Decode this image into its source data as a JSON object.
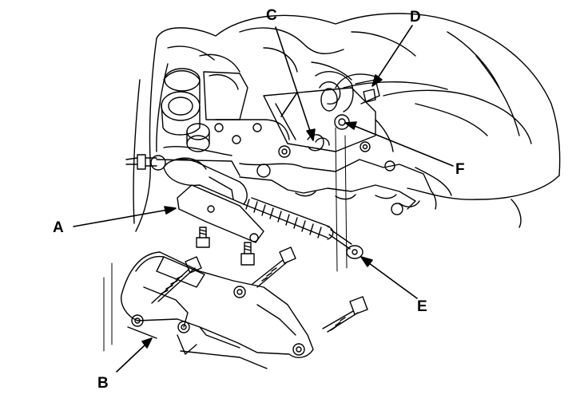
{
  "diagram": {
    "callouts": {
      "a": "A",
      "b": "B",
      "c": "C",
      "d": "D",
      "e": "E",
      "f": "F"
    },
    "colors": {
      "ink": "#000000",
      "paper": "#ffffff"
    }
  }
}
